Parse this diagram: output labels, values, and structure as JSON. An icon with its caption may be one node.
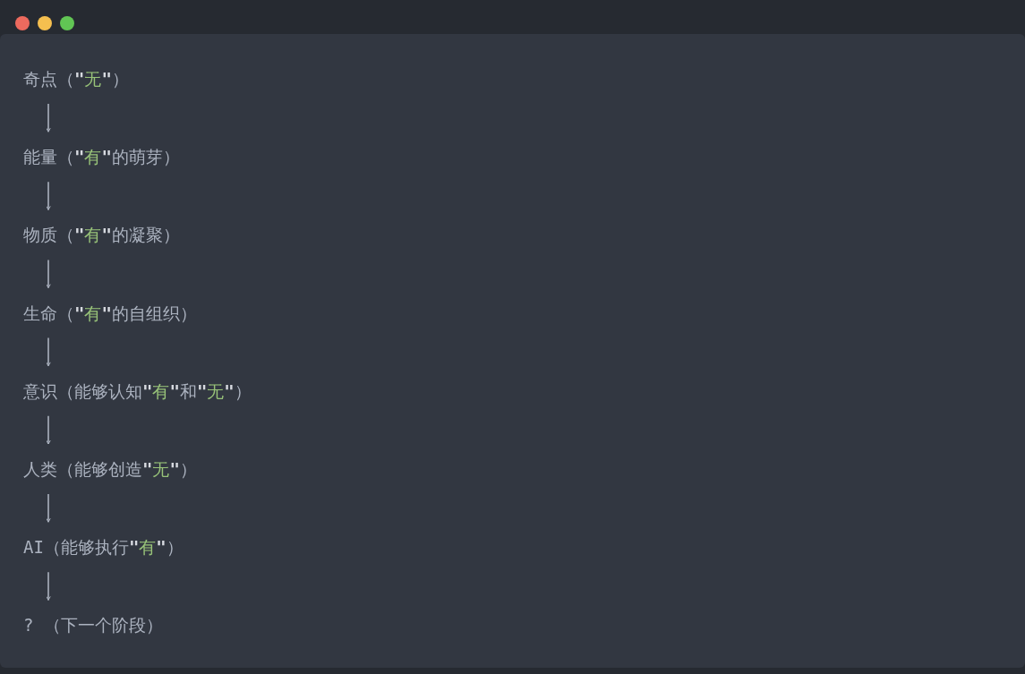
{
  "diagram": {
    "nodes": [
      {
        "text": [
          "奇点（\"无\"）"
        ]
      },
      {
        "text": [
          "能量（\"有\"的萌芽）"
        ]
      },
      {
        "text": [
          "物质（\"有\"的凝聚）"
        ]
      },
      {
        "text": [
          "生命（\"有\"的自组织）"
        ]
      },
      {
        "text": [
          "意识（能够认知\"有\"和\"无\"）"
        ]
      },
      {
        "text": [
          "人类（能够创造\"无\"）"
        ]
      },
      {
        "text": [
          "AI（能够执行\"有\"）"
        ]
      },
      {
        "text": [
          "? （下一个阶段）"
        ]
      }
    ],
    "edges": [
      {
        "from": 0,
        "to": 1,
        "arrow": "to"
      },
      {
        "from": 1,
        "to": 2,
        "arrow": "to"
      },
      {
        "from": 2,
        "to": 3,
        "arrow": "to"
      },
      {
        "from": 3,
        "to": 4,
        "arrow": "to"
      },
      {
        "from": 4,
        "to": 5,
        "arrow": "to"
      },
      {
        "from": 5,
        "to": 6,
        "arrow": "to"
      },
      {
        "from": 6,
        "to": 7,
        "arrow": "to"
      }
    ]
  }
}
